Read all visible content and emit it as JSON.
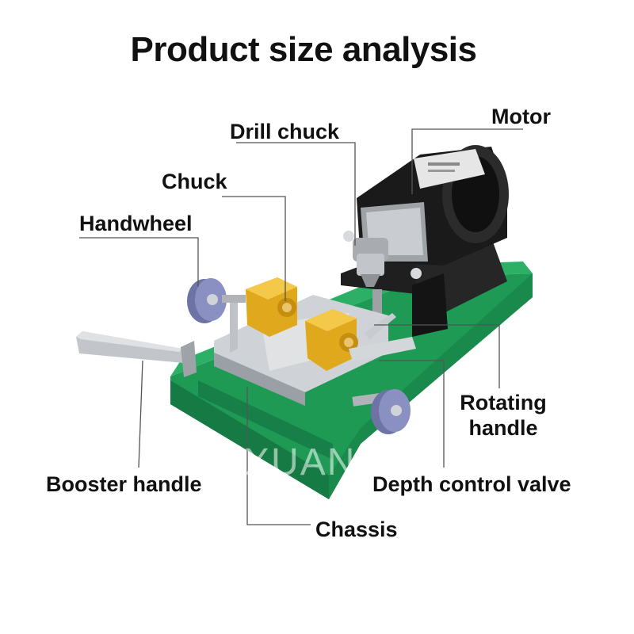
{
  "title": "Product size analysis",
  "labels": {
    "motor": "Motor",
    "drill_chuck": "Drill chuck",
    "chuck": "Chuck",
    "handwheel": "Handwheel",
    "rotating_handle_line1": "Rotating",
    "rotating_handle_line2": "handle",
    "booster_handle": "Booster handle",
    "depth_control_valve": "Depth control valve",
    "chassis": "Chassis"
  },
  "watermark": "EXUAN",
  "colors": {
    "chassis_green": "#1f9a55",
    "motor_black": "#1a1a1a",
    "brass": "#e0a81c",
    "handwheel_blue": "#7e84b8",
    "steel": "#b8bcc2"
  }
}
